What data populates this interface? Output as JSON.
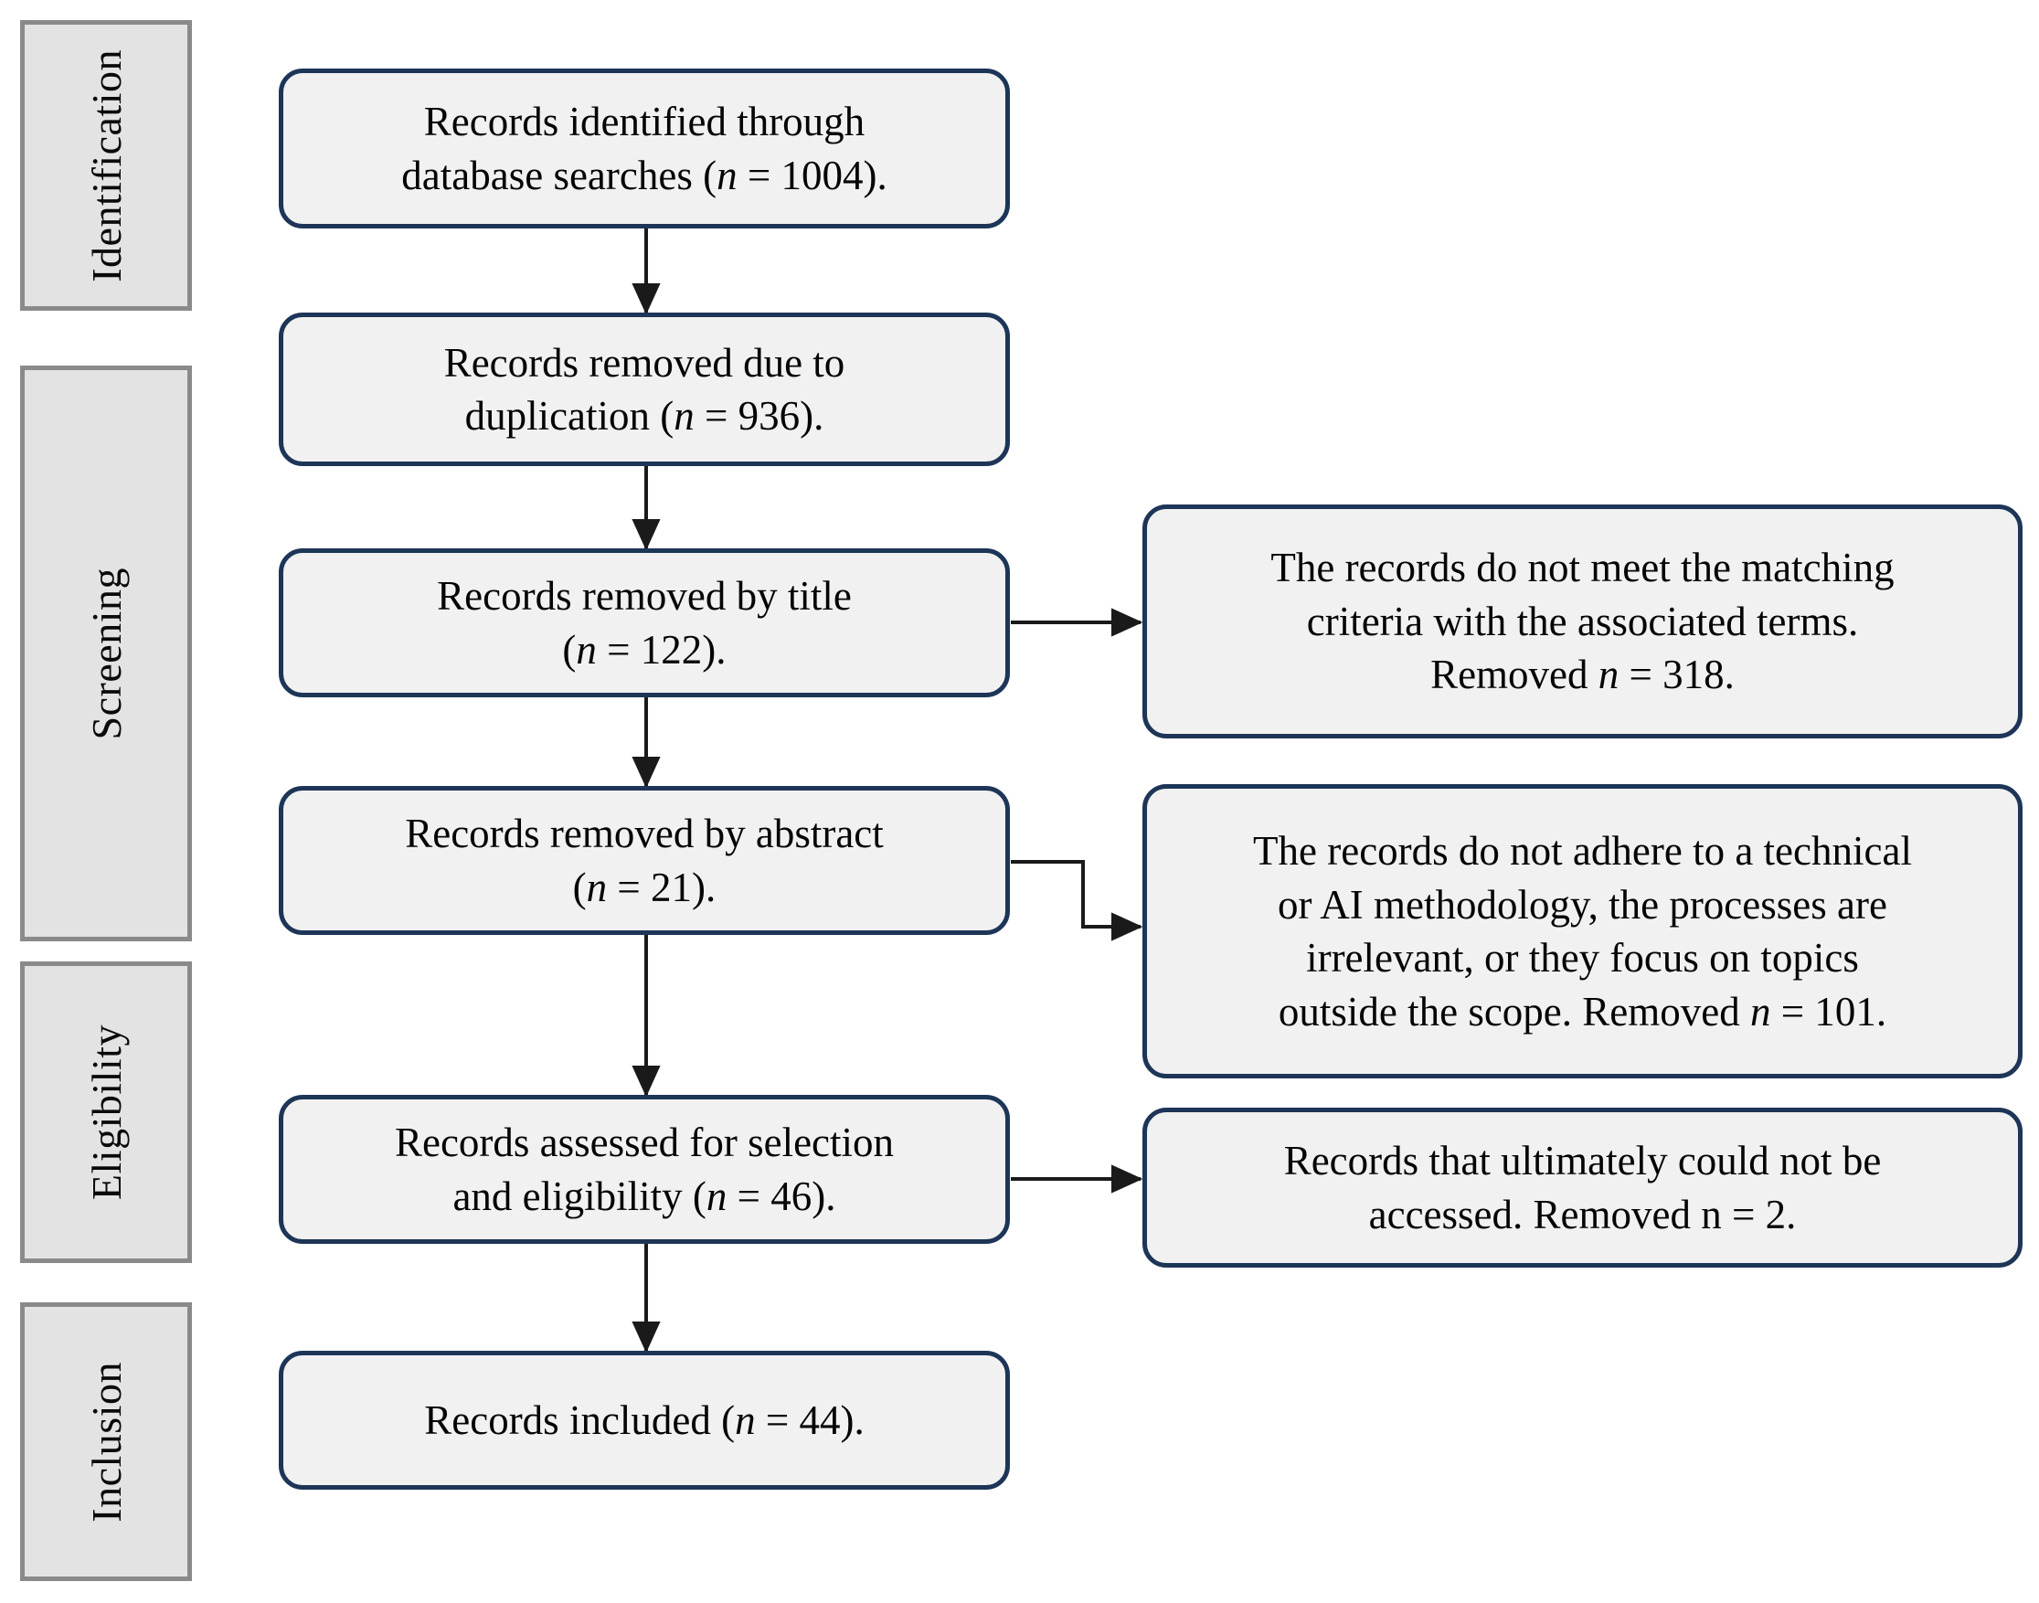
{
  "diagram": {
    "title": "PRISMA records selection flow diagram",
    "colors": {
      "box_border": "#1d3557",
      "box_fill": "#f1f1f1",
      "stage_fill": "#e3e3e3",
      "stage_border": "#8a8a8a",
      "connector": "#1a1a1a",
      "text": "#050505"
    }
  },
  "stages": [
    {
      "id": "identification",
      "label": "Identification"
    },
    {
      "id": "screening",
      "label": "Screening"
    },
    {
      "id": "eligibility",
      "label": "Eligibility"
    },
    {
      "id": "inclusion",
      "label": "Inclusion"
    }
  ],
  "flow_boxes": [
    {
      "id": "identified",
      "lines": [
        [
          {
            "t": "Records identified through",
            "i": false
          }
        ],
        [
          {
            "t": "database searches (",
            "i": false
          },
          {
            "t": "n",
            "i": true
          },
          {
            "t": " = 1004).",
            "i": false
          }
        ]
      ],
      "count": 1004
    },
    {
      "id": "duplicates-removed",
      "lines": [
        [
          {
            "t": "Records removed due to",
            "i": false
          }
        ],
        [
          {
            "t": "duplication (",
            "i": false
          },
          {
            "t": "n",
            "i": true
          },
          {
            "t": " = 936).",
            "i": false
          }
        ]
      ],
      "count": 936
    },
    {
      "id": "removed-by-title",
      "lines": [
        [
          {
            "t": "Records removed by title",
            "i": false
          }
        ],
        [
          {
            "t": "(",
            "i": false
          },
          {
            "t": "n",
            "i": true
          },
          {
            "t": " = 122).",
            "i": false
          }
        ]
      ],
      "count": 122
    },
    {
      "id": "removed-by-abstract",
      "lines": [
        [
          {
            "t": "Records removed by abstract",
            "i": false
          }
        ],
        [
          {
            "t": "(",
            "i": false
          },
          {
            "t": "n",
            "i": true
          },
          {
            "t": " = 21).",
            "i": false
          }
        ]
      ],
      "count": 21
    },
    {
      "id": "assessed-eligibility",
      "lines": [
        [
          {
            "t": "Records assessed for selection",
            "i": false
          }
        ],
        [
          {
            "t": "and eligibility (",
            "i": false
          },
          {
            "t": "n",
            "i": true
          },
          {
            "t": " = 46).",
            "i": false
          }
        ]
      ],
      "count": 46
    },
    {
      "id": "included",
      "lines": [
        [
          {
            "t": "Records included (",
            "i": false
          },
          {
            "t": "n",
            "i": true
          },
          {
            "t": " = 44).",
            "i": false
          }
        ]
      ],
      "count": 44
    }
  ],
  "reason_boxes": [
    {
      "id": "reason-title",
      "lines": [
        [
          {
            "t": "The records do not meet the matching",
            "i": false
          }
        ],
        [
          {
            "t": "criteria with the associated terms.",
            "i": false
          }
        ],
        [
          {
            "t": "Removed ",
            "i": false
          },
          {
            "t": "n",
            "i": true
          },
          {
            "t": " = 318.",
            "i": false
          }
        ]
      ],
      "removed": 318
    },
    {
      "id": "reason-abstract",
      "lines": [
        [
          {
            "t": "The records do not adhere to a technical",
            "i": false
          }
        ],
        [
          {
            "t": "or AI methodology, the processes are",
            "i": false
          }
        ],
        [
          {
            "t": "irrelevant, or they focus on topics",
            "i": false
          }
        ],
        [
          {
            "t": "outside the scope. Removed ",
            "i": false
          },
          {
            "t": "n",
            "i": true
          },
          {
            "t": " = 101.",
            "i": false
          }
        ]
      ],
      "removed": 101
    },
    {
      "id": "reason-access",
      "lines": [
        [
          {
            "t": "Records that ultimately could not be",
            "i": false
          }
        ],
        [
          {
            "t": "accessed. Removed n = 2.",
            "i": false
          }
        ]
      ],
      "removed": 2
    }
  ]
}
